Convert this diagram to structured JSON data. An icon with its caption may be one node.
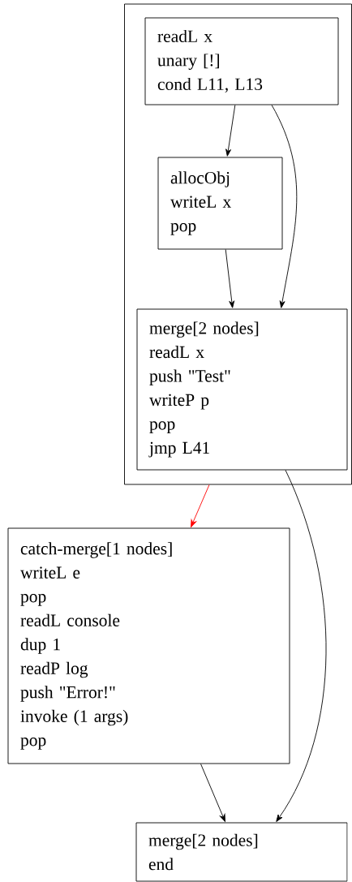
{
  "diagram": {
    "nodes": [
      {
        "text": [],
        "shape": "box"
      },
      {
        "text": [
          "readL x",
          "unary [!]",
          "cond L11, L13"
        ],
        "in": 0
      },
      {
        "text": [
          "allocObj",
          "writeL x",
          "pop"
        ],
        "in": 0
      },
      {
        "text": [
          "merge[2 nodes]",
          "readL x",
          "push \"Test\"",
          "writeP p",
          "pop",
          "jmp L41"
        ],
        "in": 0
      },
      {
        "text": [
          "catch-merge[1 nodes]",
          "writeL e",
          "pop",
          "readL console",
          "dup 1",
          "readP log",
          "push \"Error!\"",
          "invoke (1 args)",
          "pop"
        ]
      },
      {
        "text": [
          "merge[2 nodes]",
          "end"
        ]
      }
    ],
    "edges": [
      {
        "from": 1,
        "to": 2,
        "arrow": "to"
      },
      {
        "from": 1,
        "to": 3,
        "arrow": "to"
      },
      {
        "from": 2,
        "to": 3,
        "arrow": "to"
      },
      {
        "from": 0,
        "to": 4,
        "arrow": "to",
        "color": "#ff0000"
      },
      {
        "from": 3,
        "to": 5,
        "arrow": "to"
      },
      {
        "from": 4,
        "to": 5,
        "arrow": "to"
      }
    ]
  }
}
